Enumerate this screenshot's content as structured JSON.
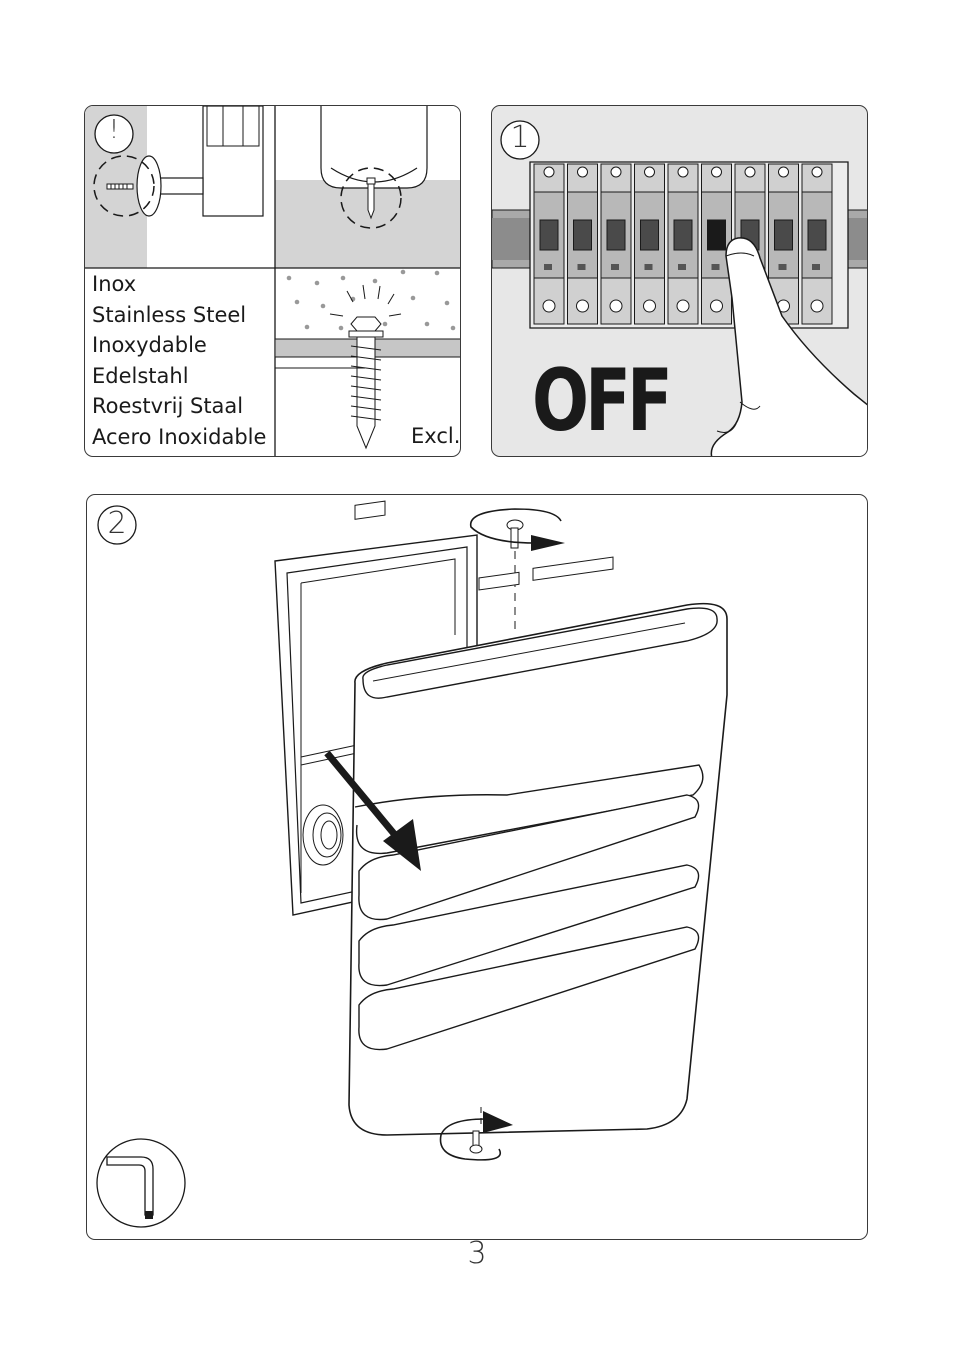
{
  "warning_panel": {
    "symbol": "!",
    "materials": [
      "Inox",
      "Stainless Steel",
      "Inoxydable",
      "Edelstahl",
      "Roestvrij Staal",
      "Acero Inoxidable"
    ],
    "excluded_label": "Excl."
  },
  "step1": {
    "number": "1",
    "label": "OFF"
  },
  "step2": {
    "number": "2"
  },
  "page_number": "3",
  "icons": {
    "warning": "warning-exclamation-icon",
    "screw": "screw-icon",
    "allen_key": "allen-key-icon",
    "rotate": "rotate-arrow-icon"
  },
  "colors": {
    "panel_gray": "#d9d9d9",
    "line": "#1a1a1a"
  }
}
